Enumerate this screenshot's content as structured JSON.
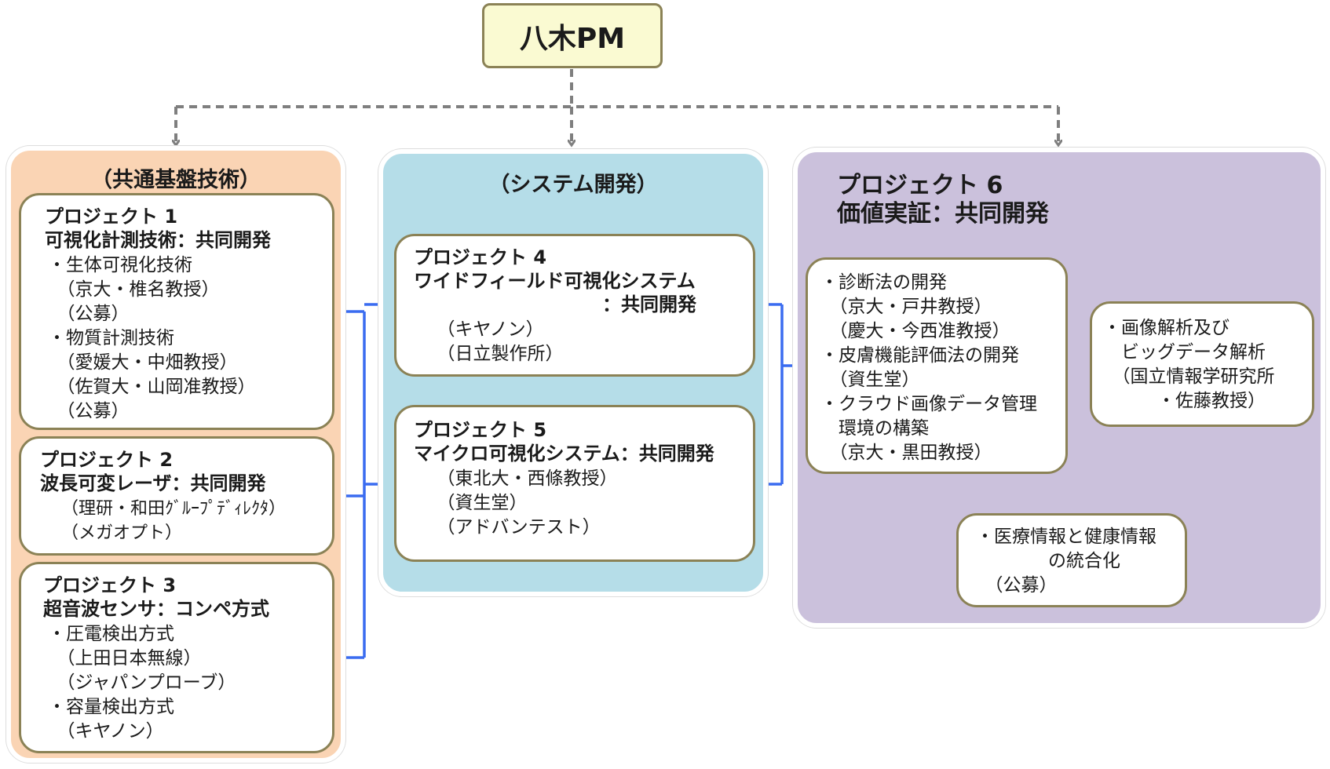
{
  "pm": {
    "label": "八木PM"
  },
  "colors": {
    "connector_blue": "#3a6cf0",
    "connector_gray": "#7f7f7f",
    "box_border": "#8b8256",
    "panel_common": "#fad4b4",
    "panel_system": "#b5dde8",
    "panel_project6": "#cbc1dc",
    "pm_fill": "#fafad2"
  },
  "panels": {
    "common": {
      "title": "（共通基盤技術）"
    },
    "system": {
      "title": "（システム開発）"
    },
    "project6": {
      "title_line1": "プロジェクト 6",
      "title_line2": "価値実証：共同開発"
    }
  },
  "project1": {
    "line1": "プロジェクト 1",
    "line2": "可視化計測技術：共同開発",
    "body": "・生体可視化技術\n　（京大・椎名教授）\n　（公募）\n・物質計測技術\n　（愛媛大・中畑教授）\n　（佐賀大・山岡准教授）\n　（公募）"
  },
  "project2": {
    "line1": "プロジェクト 2",
    "line2": "波長可変レーザ：共同開発",
    "body": "　（理研・和田ｸﾞﾙｰﾌﾟﾃﾞｨﾚｸﾀ）\n　（メガオプト）"
  },
  "project3": {
    "line1": "プロジェクト 3",
    "line2": "超音波センサ：コンペ方式",
    "body": "・圧電検出方式\n　（上田日本無線）\n　（ジャパンプローブ）\n・容量検出方式\n　（キヤノン）"
  },
  "project4": {
    "line1": "プロジェクト 4",
    "line2": "ワイドフィールド可視化システム",
    "line3": "　　　　　　　　　　：共同開発",
    "body": "　（キヤノン）\n　（日立製作所）"
  },
  "project5": {
    "line1": "プロジェクト 5",
    "line2": "マイクロ可視化システム：共同開発",
    "body": "　（東北大・西條教授）\n　（資生堂）\n　（アドバンテスト）"
  },
  "p6_diagnosis": {
    "body": "・診断法の開発\n　（京大・戸井教授）\n　（慶大・今西准教授）\n・皮膚機能評価法の開発\n　（資生堂）\n・クラウド画像データ管理\n　環境の構築\n　（京大・黒田教授）"
  },
  "p6_image": {
    "body": "・画像解析及び\n　ビッグデータ解析\n　（国立情報学研究所\n　　　・佐藤教授）"
  },
  "p6_medical": {
    "body": "・医療情報と健康情報\n　　　　の統合化\n　（公募）"
  }
}
